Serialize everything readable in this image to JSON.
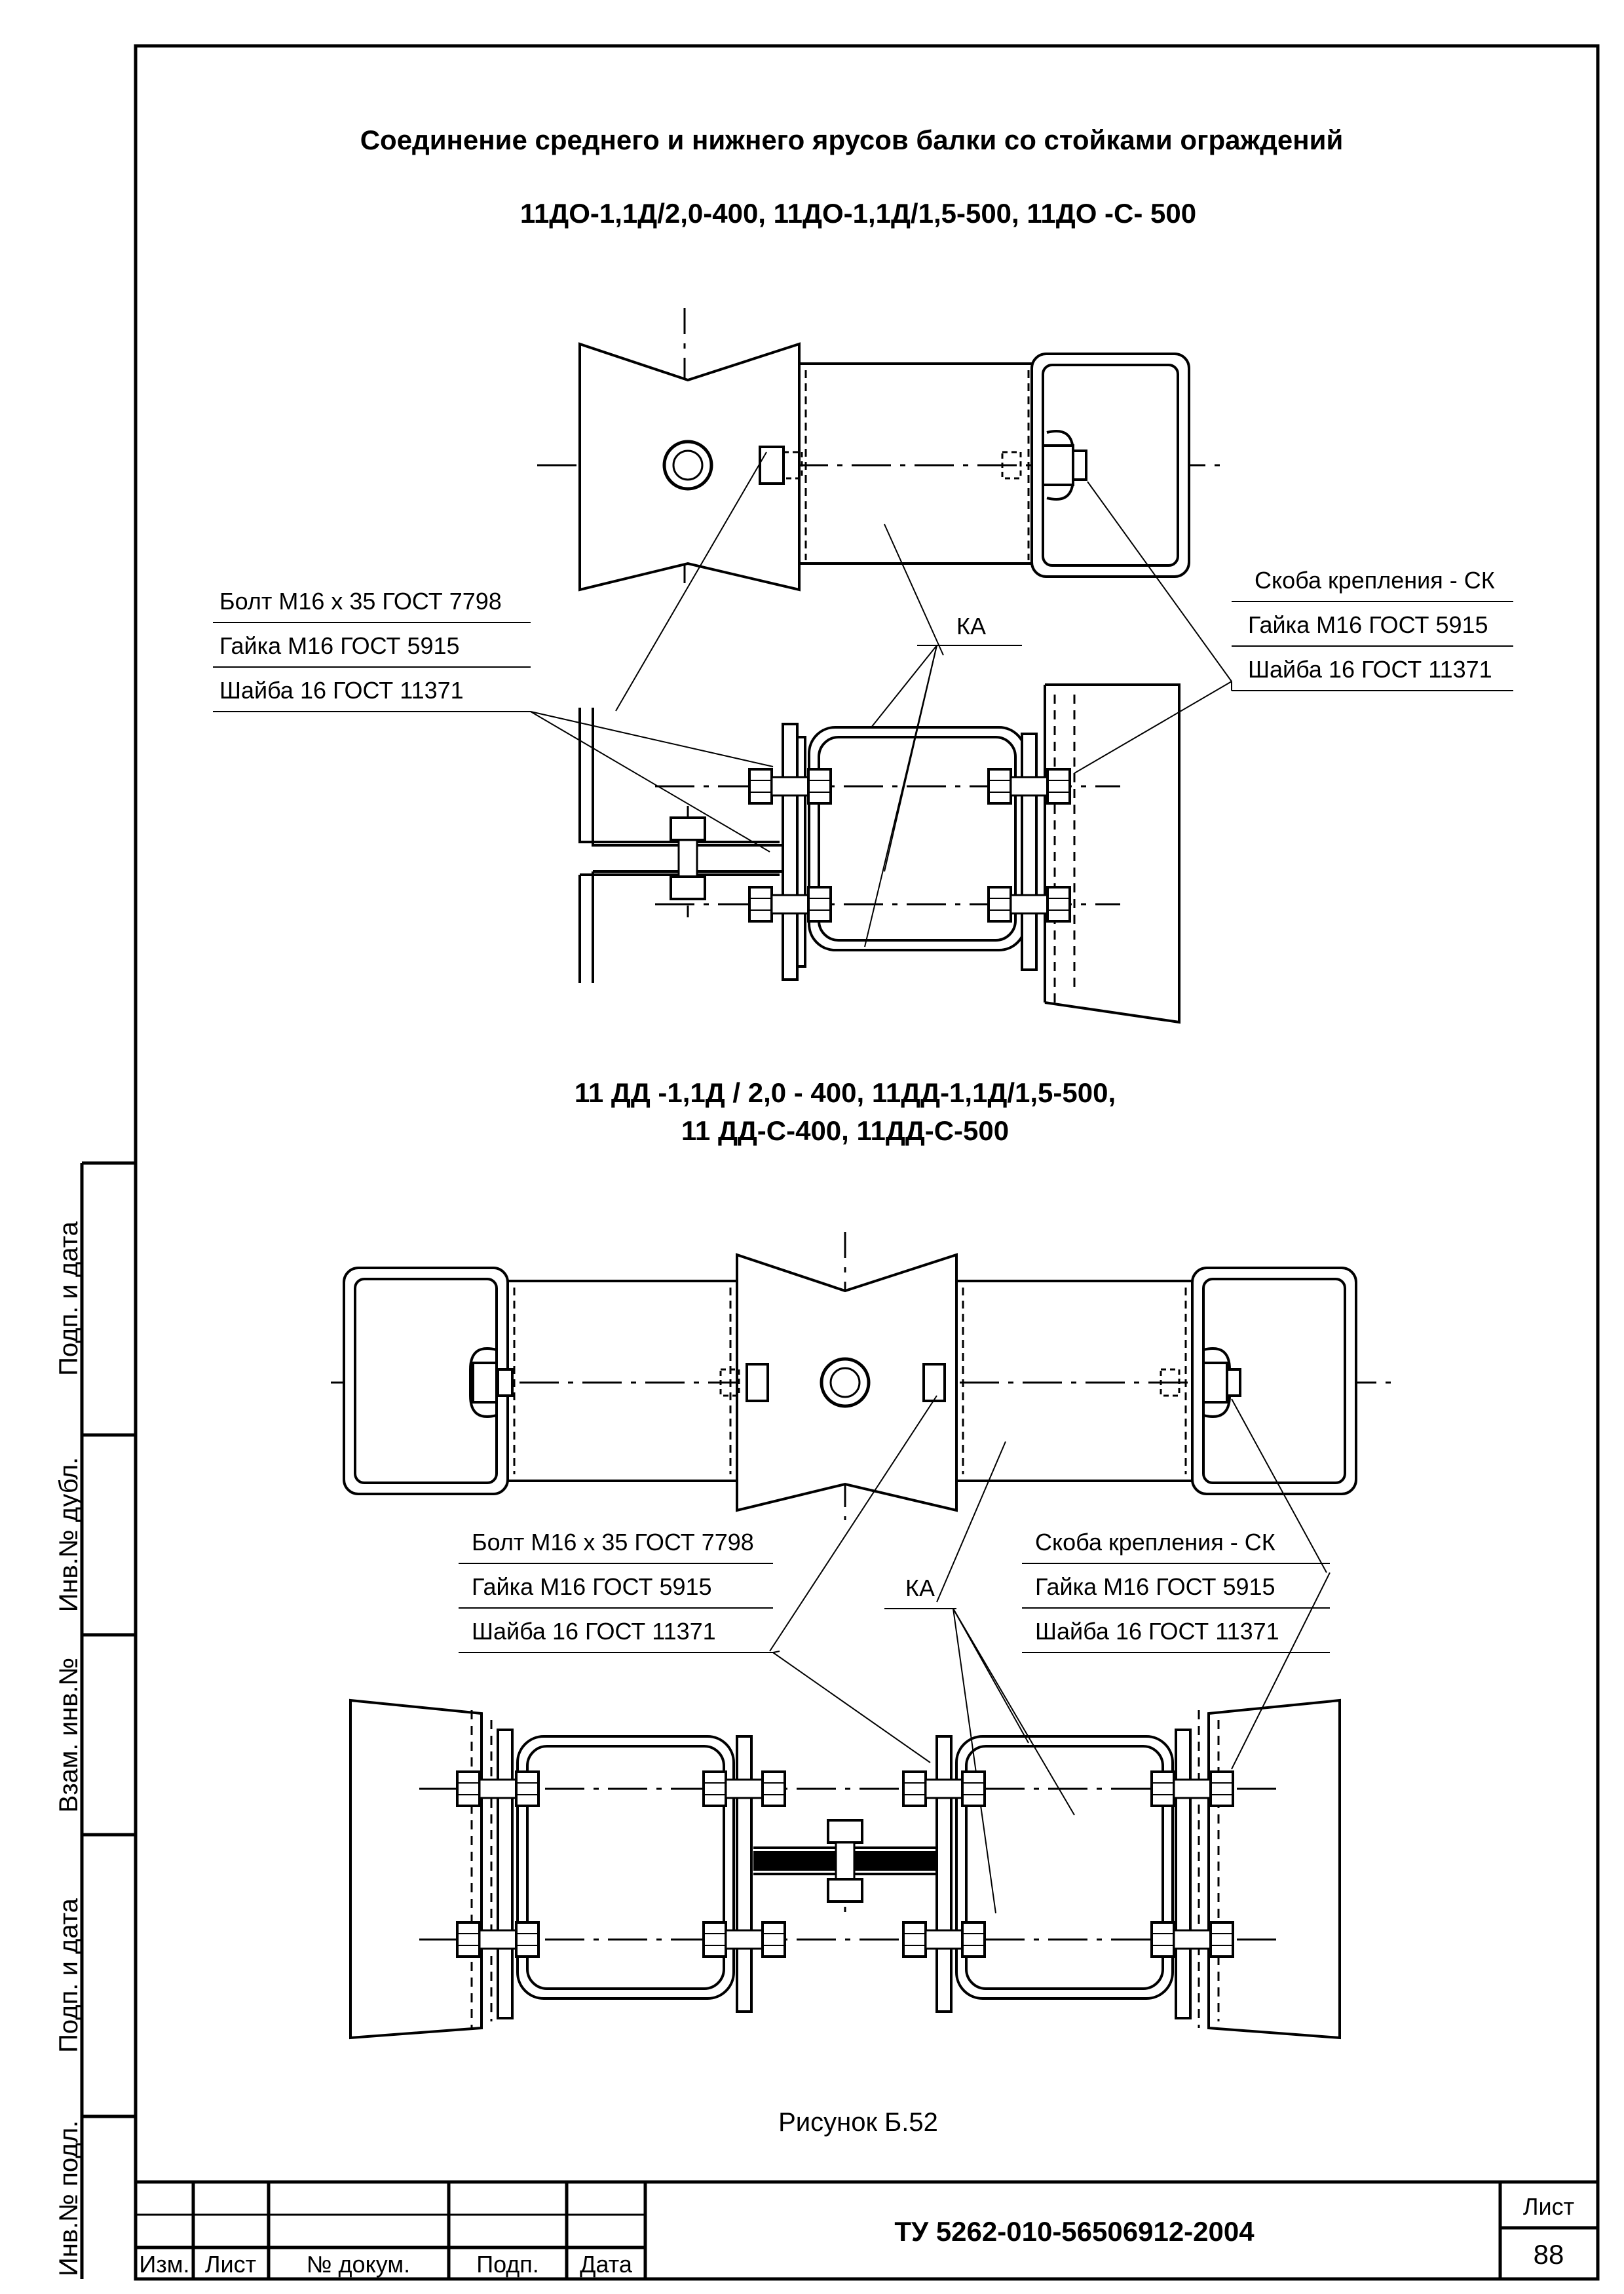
{
  "title": "Соединение среднего и нижнего ярусов балки  со стойками ограждений",
  "section1": {
    "heading": "11ДО-1,1Д/2,0-400, 11ДО-1,1Д/1,5-500, 11ДО -С- 500",
    "callout_left": [
      "Болт М16 х 35 ГОСТ 7798",
      "Гайка М16 ГОСТ 5915",
      "Шайба 16 ГОСТ 11371"
    ],
    "callout_right": [
      "Скоба крепления - СК",
      "Гайка М16 ГОСТ 5915",
      "Шайба 16 ГОСТ 11371"
    ],
    "ka": "КА"
  },
  "section2": {
    "heading_line1": "11 ДД -1,1Д / 2,0 - 400, 11ДД-1,1Д/1,5-500,",
    "heading_line2": "11 ДД-С-400, 11ДД-С-500",
    "callout_left": [
      "Болт М16 х 35 ГОСТ 7798",
      "Гайка М16 ГОСТ 5915",
      "Шайба 16 ГОСТ 11371"
    ],
    "callout_right": [
      "Скоба крепления - СК",
      "Гайка М16 ГОСТ 5915",
      "Шайба 16 ГОСТ 11371"
    ],
    "ka": "КА"
  },
  "figure_caption": "Рисунок Б.52",
  "side_stamp": [
    "Подп. и дата",
    "Инв.№ дубл.",
    "Взам. инв.№",
    "Подп. и дата",
    "Инв.№ подл."
  ],
  "title_block": {
    "col_headers": [
      "Изм.",
      "Лист",
      "№ докум.",
      "Подп.",
      "Дата"
    ],
    "document": "ТУ 5262-010-56506912-2004",
    "sheet_label": "Лист",
    "sheet_number": "88"
  }
}
